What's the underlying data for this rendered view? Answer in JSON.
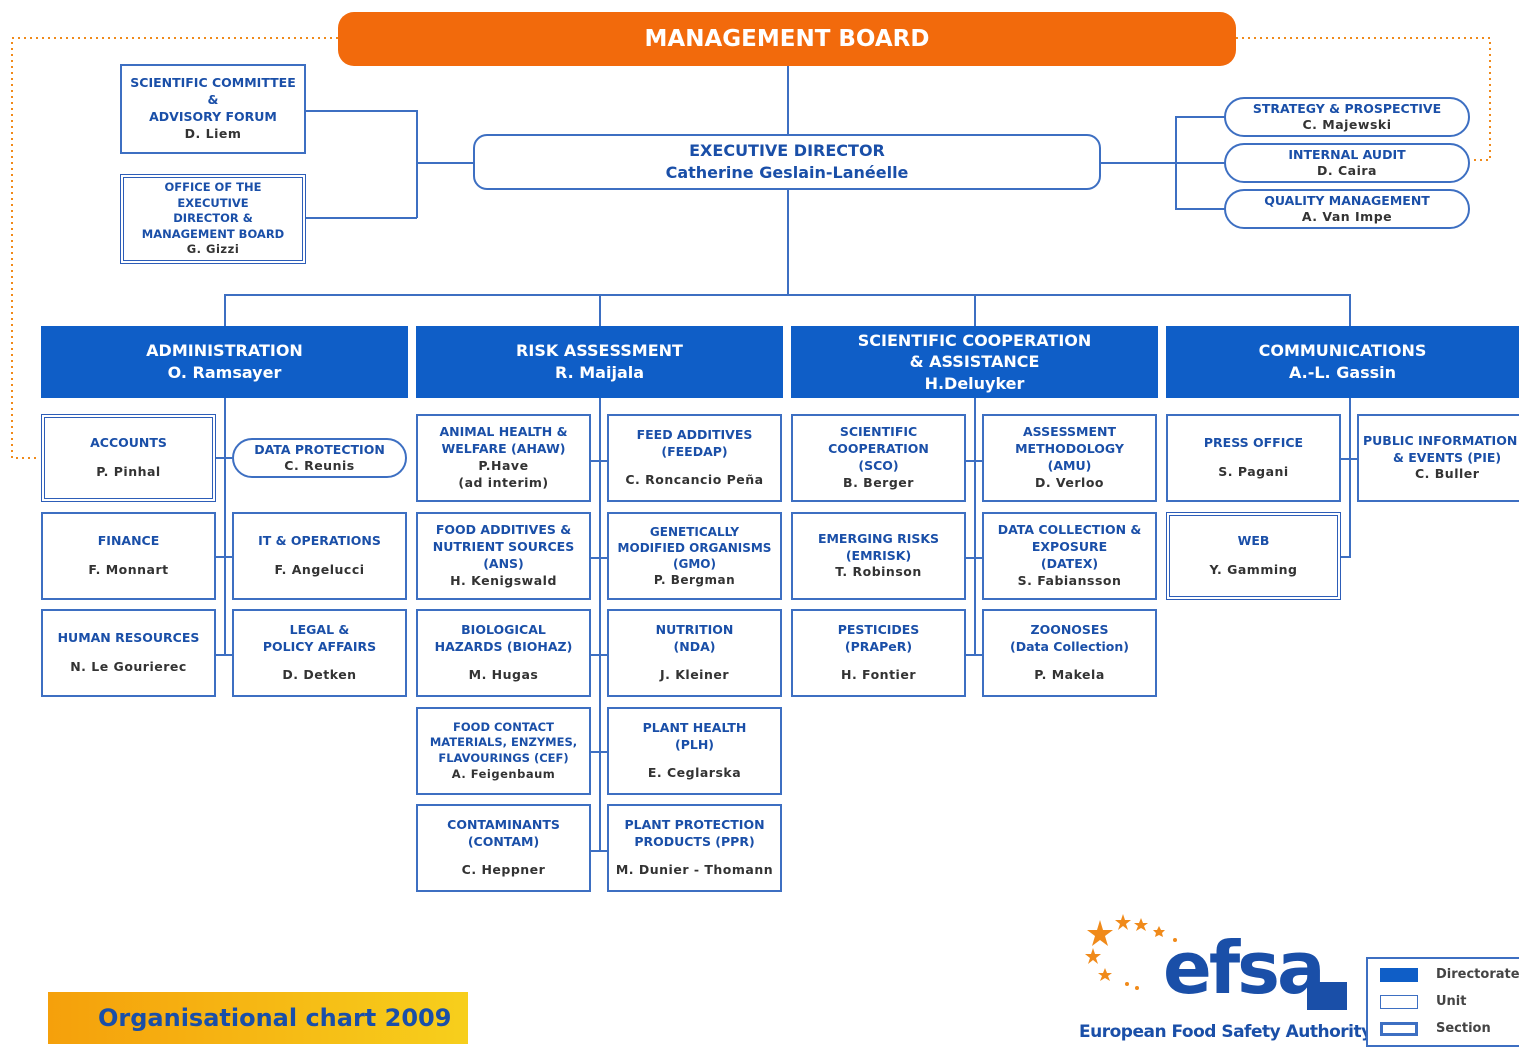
{
  "management_board": "MANAGEMENT BOARD",
  "executive": {
    "title": "EXECUTIVE DIRECTOR",
    "name": "Catherine Geslain-Lanéelle"
  },
  "left_boxes": [
    {
      "lines": [
        "SCIENTIFIC COMMITTEE",
        "&",
        "ADVISORY FORUM"
      ],
      "person": "D. Liem"
    },
    {
      "lines": [
        "OFFICE OF THE EXECUTIVE",
        "DIRECTOR &",
        "MANAGEMENT BOARD"
      ],
      "person": "G. Gizzi"
    }
  ],
  "right_pills": [
    {
      "title": "STRATEGY & PROSPECTIVE",
      "person": "C. Majewski"
    },
    {
      "title": "INTERNAL AUDIT",
      "person": "D. Caira"
    },
    {
      "title": "QUALITY MANAGEMENT",
      "person": "A. Van Impe"
    }
  ],
  "directorates": [
    {
      "lines": [
        "ADMINISTRATION",
        "O. Ramsayer"
      ]
    },
    {
      "lines": [
        "RISK ASSESSMENT",
        "R. Maijala"
      ]
    },
    {
      "lines": [
        "SCIENTIFIC COOPERATION",
        "& ASSISTANCE",
        "H.Deluyker"
      ]
    },
    {
      "lines": [
        "COMMUNICATIONS",
        "A.-L. Gassin"
      ]
    }
  ],
  "units": {
    "accounts": {
      "lines": [
        "ACCOUNTS"
      ],
      "person": "P. Pinhal"
    },
    "data_protection": {
      "lines": [
        "DATA PROTECTION"
      ],
      "person": "C. Reunis"
    },
    "finance": {
      "lines": [
        "FINANCE"
      ],
      "person": "F. Monnart"
    },
    "it_operations": {
      "lines": [
        "IT & OPERATIONS"
      ],
      "person": "F. Angelucci"
    },
    "hr": {
      "lines": [
        "HUMAN RESOURCES"
      ],
      "person": "N. Le Gourierec"
    },
    "legal": {
      "lines": [
        "LEGAL &",
        "POLICY AFFAIRS"
      ],
      "person": "D. Detken"
    },
    "ahaw": {
      "lines": [
        "ANIMAL HEALTH &",
        "WELFARE (AHAW)"
      ],
      "person": "P.Have",
      "person2": "(ad interim)"
    },
    "feedap": {
      "lines": [
        "FEED ADDITIVES",
        "(FEEDAP)"
      ],
      "person": "C. Roncancio Peña"
    },
    "ans": {
      "lines": [
        "FOOD ADDITIVES &",
        "NUTRIENT SOURCES",
        "(ANS)"
      ],
      "person": "H. Kenigswald"
    },
    "gmo": {
      "lines": [
        "GENETICALLY",
        "MODIFIED ORGANISMS",
        "(GMO)"
      ],
      "person": "P. Bergman"
    },
    "biohaz": {
      "lines": [
        "BIOLOGICAL",
        "HAZARDS (BIOHAZ)"
      ],
      "person": "M. Hugas"
    },
    "nda": {
      "lines": [
        "NUTRITION",
        "(NDA)"
      ],
      "person": "J. Kleiner"
    },
    "cef": {
      "lines": [
        "FOOD CONTACT",
        "MATERIALS, ENZYMES,",
        "FLAVOURINGS (CEF)"
      ],
      "person": "A. Feigenbaum"
    },
    "plh": {
      "lines": [
        "PLANT HEALTH",
        "(PLH)"
      ],
      "person": "E. Ceglarska"
    },
    "contam": {
      "lines": [
        "CONTAMINANTS",
        "(CONTAM)"
      ],
      "person": "C. Heppner"
    },
    "ppr": {
      "lines": [
        "PLANT PROTECTION",
        "PRODUCTS (PPR)"
      ],
      "person": "M. Dunier - Thomann"
    },
    "sco": {
      "lines": [
        "SCIENTIFIC",
        "COOPERATION",
        "(SCO)"
      ],
      "person": "B. Berger"
    },
    "amu": {
      "lines": [
        "ASSESSMENT",
        "METHODOLOGY",
        "(AMU)"
      ],
      "person": "D. Verloo"
    },
    "emrisk": {
      "lines": [
        "EMERGING RISKS",
        "(EMRISK)"
      ],
      "person": "T. Robinson"
    },
    "datex": {
      "lines": [
        "DATA COLLECTION &",
        "EXPOSURE",
        "(DATEX)"
      ],
      "person": "S. Fabiansson"
    },
    "praper": {
      "lines": [
        "PESTICIDES",
        "(PRAPeR)"
      ],
      "person": "H. Fontier"
    },
    "zoonoses": {
      "lines": [
        "ZOONOSES",
        "(Data Collection)"
      ],
      "person": "P. Makela"
    },
    "press": {
      "lines": [
        "PRESS OFFICE"
      ],
      "person": "S. Pagani"
    },
    "pie": {
      "lines": [
        "PUBLIC INFORMATION",
        "& EVENTS (PIE)"
      ],
      "person": "C. Buller"
    },
    "web": {
      "lines": [
        "WEB"
      ],
      "person": "Y. Gamming"
    }
  },
  "footer": {
    "title": "Organisational chart 2009"
  },
  "logo": {
    "word": "efsa",
    "tagline": "European Food Safety Authority"
  },
  "legend": [
    "Directorate",
    "Unit",
    "Section"
  ],
  "colors": {
    "orange": "#f26a0c",
    "blue": "#0f5ec7",
    "line": "#3d6fc2"
  }
}
